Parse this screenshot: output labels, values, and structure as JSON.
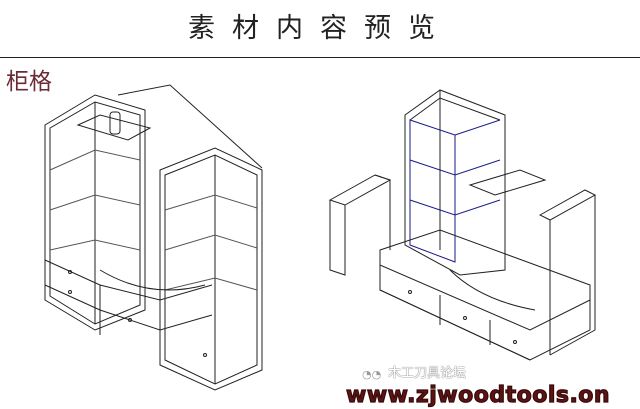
{
  "header": {
    "title": "素材内容预览"
  },
  "section": {
    "label": "柜格"
  },
  "watermark": {
    "icon": "wechat-icon",
    "source": "木工刀具论坛",
    "url": "www.zjwoodtools.on"
  },
  "colors": {
    "label": "#6b2a35",
    "watermark_url": "#5a1414",
    "accent_line": "#1a1a8a"
  }
}
